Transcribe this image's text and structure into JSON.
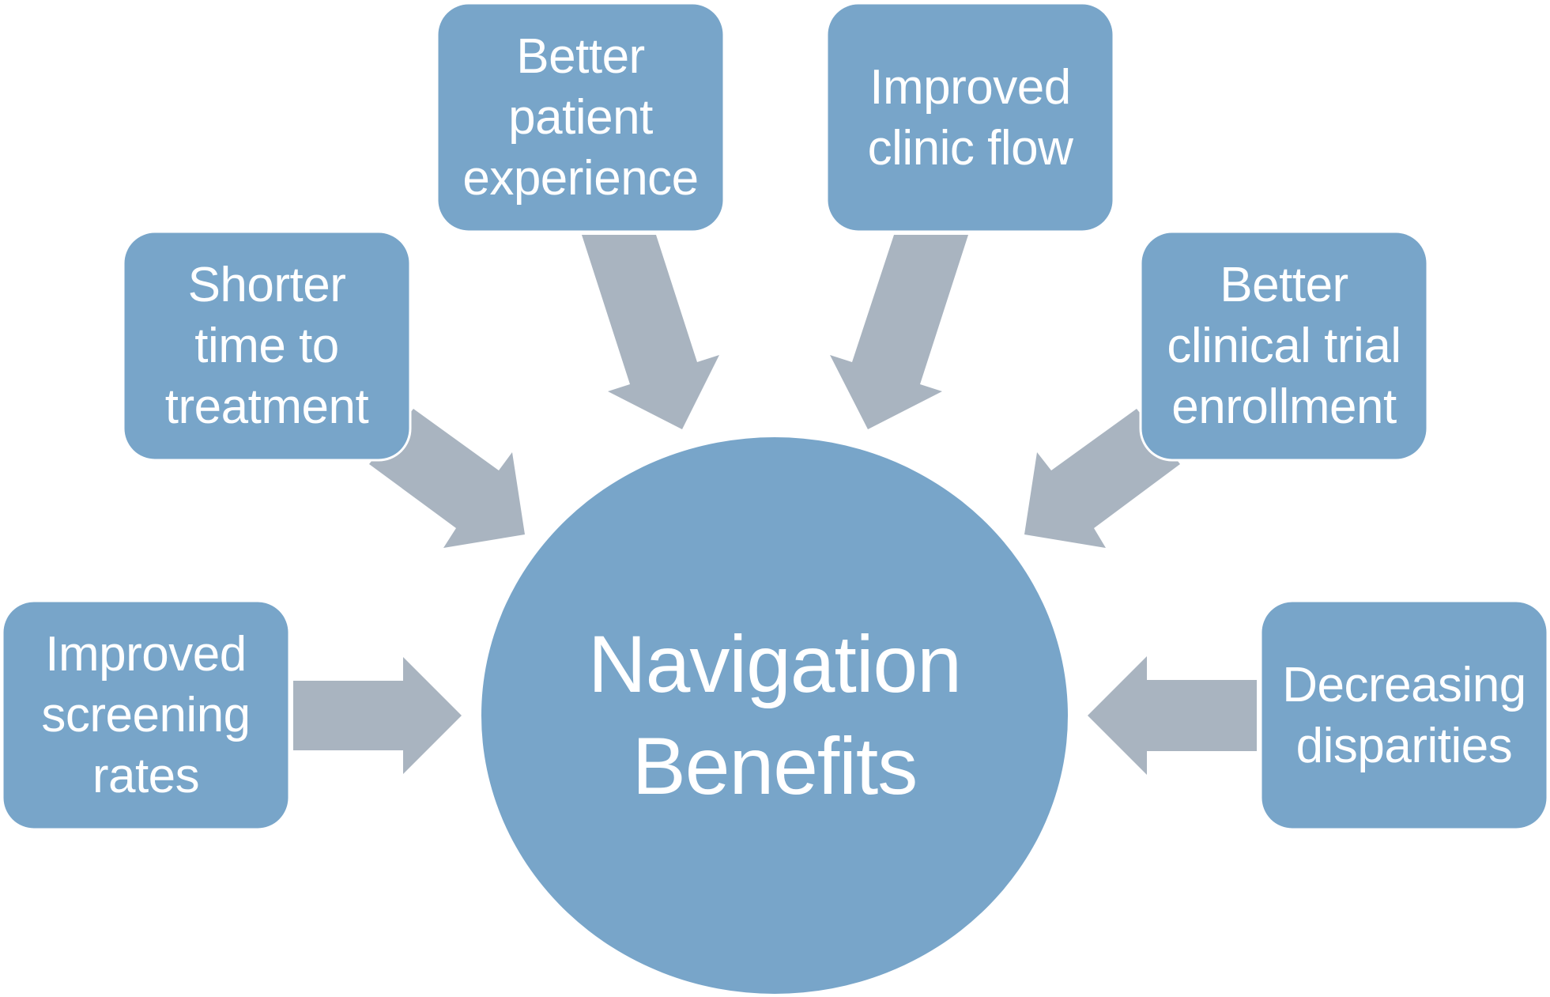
{
  "diagram": {
    "title": "Navigation Benefits",
    "center": {
      "label": "Navigation\nBenefits"
    },
    "benefits": [
      {
        "id": "screening",
        "label": "Improved\nscreening\nrates"
      },
      {
        "id": "time-to-treatment",
        "label": "Shorter\ntime to\ntreatment"
      },
      {
        "id": "patient-experience",
        "label": "Better\npatient\nexperience"
      },
      {
        "id": "clinic-flow",
        "label": "Improved\nclinic flow"
      },
      {
        "id": "clinical-trial",
        "label": "Better\nclinical trial\nenrollment"
      },
      {
        "id": "disparities",
        "label": "Decreasing\ndisparities"
      }
    ],
    "colors": {
      "node_fill": "#78a5c9",
      "arrow_fill": "#a9b4c0",
      "text": "#ffffff",
      "background": "#ffffff"
    }
  }
}
